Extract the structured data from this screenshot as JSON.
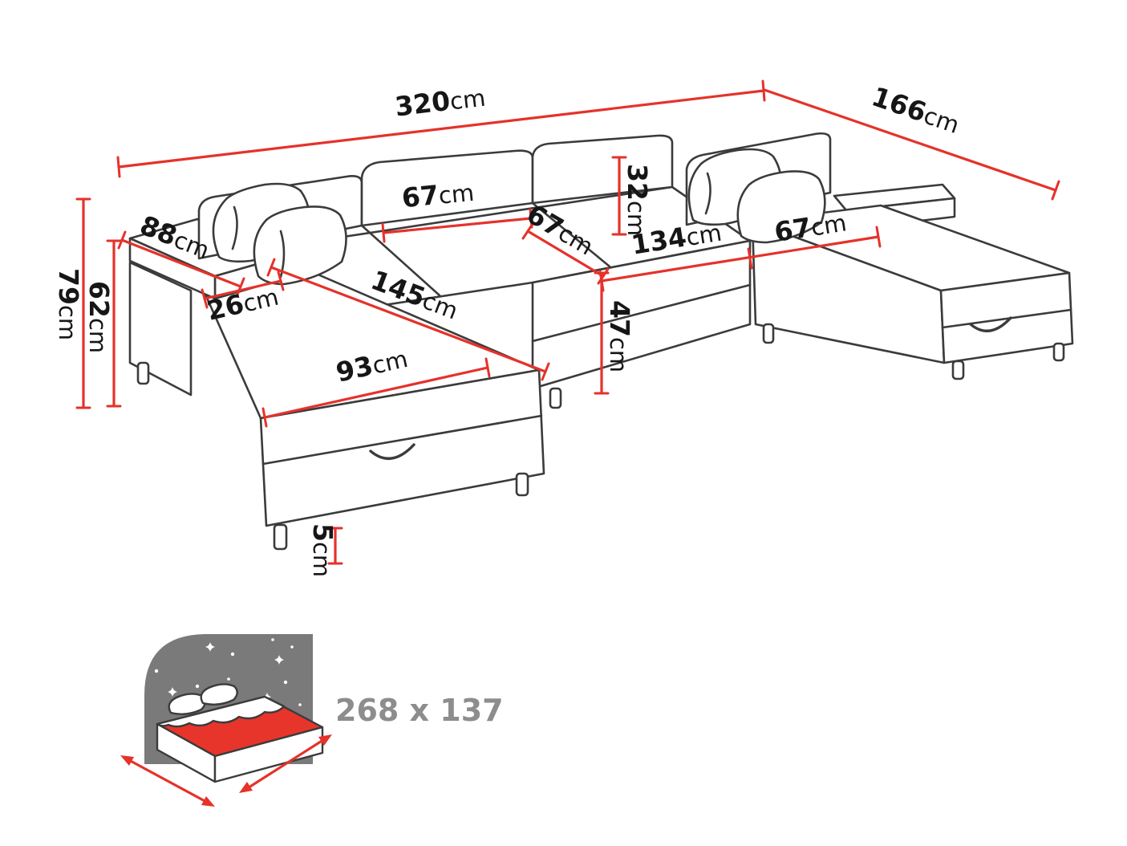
{
  "diagram": {
    "type": "furniture-dimension-diagram",
    "subject": "U-shaped corner sofa bed with storage",
    "unit": "cm"
  },
  "dimensions": {
    "total_width": {
      "value": "320",
      "unit": "cm"
    },
    "total_depth": {
      "value": "166",
      "unit": "cm"
    },
    "total_height": {
      "value": "79",
      "unit": "cm"
    },
    "backrest_floor_height": {
      "value": "62",
      "unit": "cm"
    },
    "armrest_length": {
      "value": "88",
      "unit": "cm"
    },
    "armrest_width": {
      "value": "26",
      "unit": "cm"
    },
    "back_cushion_width": {
      "value": "67",
      "unit": "cm"
    },
    "seat_depth": {
      "value": "67",
      "unit": "cm"
    },
    "backrest_height": {
      "value": "32",
      "unit": "cm"
    },
    "center_seat_width": {
      "value": "134",
      "unit": "cm"
    },
    "right_seat_width": {
      "value": "67",
      "unit": "cm"
    },
    "chaise_length": {
      "value": "145",
      "unit": "cm"
    },
    "seat_height": {
      "value": "47",
      "unit": "cm"
    },
    "chaise_width": {
      "value": "93",
      "unit": "cm"
    },
    "leg_height": {
      "value": "5",
      "unit": "cm"
    }
  },
  "sleeping_area": {
    "size": "268 x 137"
  },
  "icons": {
    "sleeping_area": "bed-with-starry-sky-icon"
  },
  "colors": {
    "dimension_line": "#e5322a",
    "outline": "#3b3b3b",
    "label_text": "#161616",
    "sleeping_text": "#8d8d8d",
    "sky_gray": "#7a7a7a",
    "mattress_red": "#e8352b"
  }
}
